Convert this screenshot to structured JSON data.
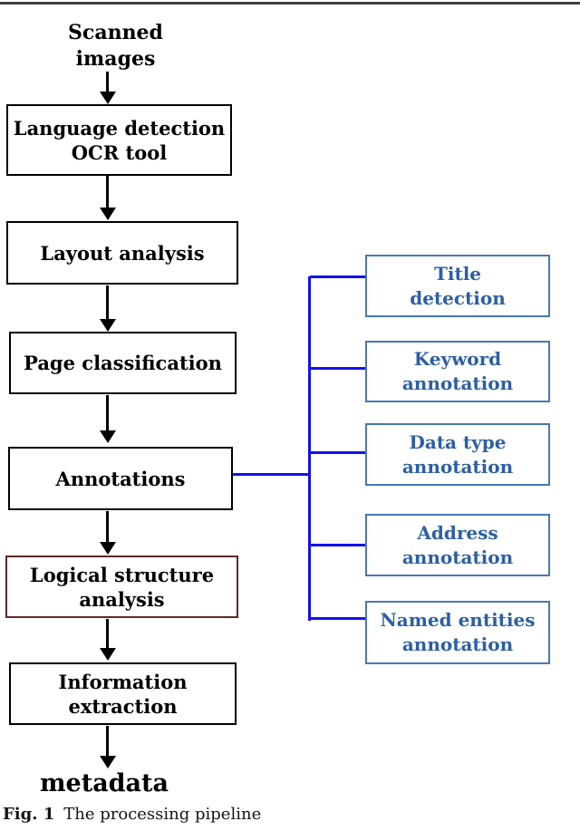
{
  "pipeline": {
    "nodes": [
      {
        "id": "scanned-images",
        "label": "Scanned\nimages"
      },
      {
        "id": "language-detection-ocr",
        "label": "Language detection\nOCR tool"
      },
      {
        "id": "layout-analysis",
        "label": "Layout analysis"
      },
      {
        "id": "page-classification",
        "label": "Page classification"
      },
      {
        "id": "annotations",
        "label": "Annotations"
      },
      {
        "id": "logical-structure-analysis",
        "label": "Logical structure\nanalysis"
      },
      {
        "id": "information-extraction",
        "label": "Information\nextraction"
      },
      {
        "id": "metadata",
        "label": "metadata"
      }
    ]
  },
  "annotation_branches": [
    {
      "id": "title-detection",
      "label": "Title\ndetection"
    },
    {
      "id": "keyword-annotation",
      "label": "Keyword\nannotation"
    },
    {
      "id": "data-type-annotation",
      "label": "Data type\nannotation"
    },
    {
      "id": "address-annotation",
      "label": "Address\nannotation"
    },
    {
      "id": "named-entities-annotation",
      "label": "Named entities\nannotation"
    }
  ],
  "caption": {
    "label": "Fig. 1",
    "text": "The processing pipeline"
  },
  "colors": {
    "top_rule": "#3f3f3f",
    "box_border": "#000000",
    "logical_box_border": "#5e2828",
    "connector": "#1111ee",
    "annotation_border": "#4678b3",
    "annotation_text": "#2d5fa4"
  }
}
